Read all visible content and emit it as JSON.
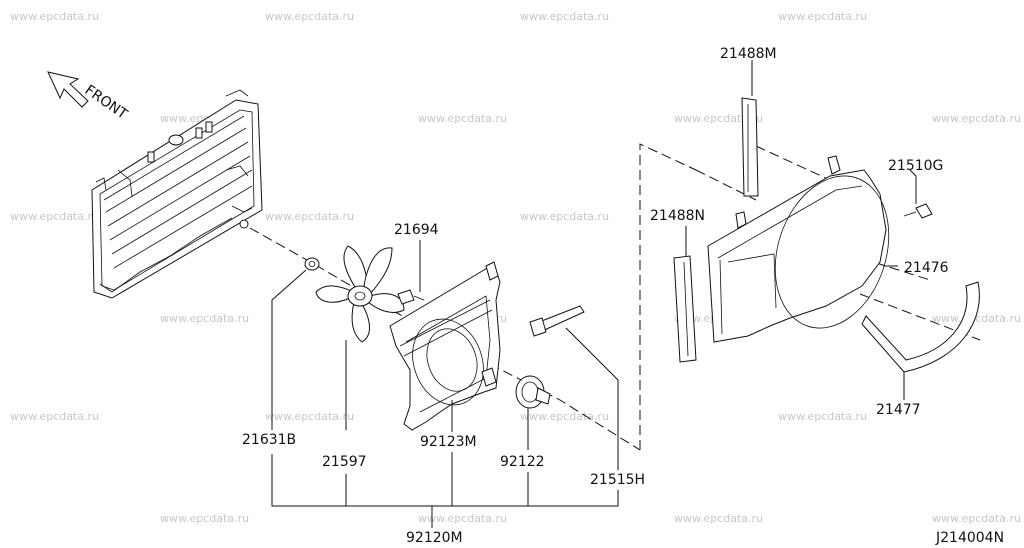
{
  "watermark": "www.epcdata.ru",
  "front_label": "FRONT",
  "part_numbers": {
    "p21488M": "21488M",
    "p21510G": "21510G",
    "p21488N": "21488N",
    "p21694": "21694",
    "p21476": "21476",
    "p21477": "21477",
    "p21631B": "21631B",
    "p21597": "21597",
    "p92123M": "92123M",
    "p92122": "92122",
    "p21515H": "21515H",
    "p92120M": "92120M"
  },
  "diagram_id": "J214004N"
}
